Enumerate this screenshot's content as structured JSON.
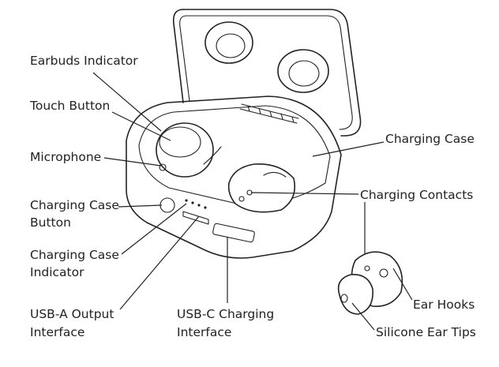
{
  "labels": {
    "earbuds_indicator": "Earbuds Indicator",
    "touch_button": "Touch Button",
    "microphone": "Microphone",
    "charging_case_button_1": "Charging Case",
    "charging_case_button_2": "Button",
    "charging_case_indicator_1": "Charging Case",
    "charging_case_indicator_2": "Indicator",
    "usb_a_1": "USB-A Output",
    "usb_a_2": "Interface",
    "usb_c_1": "USB-C Charging",
    "usb_c_2": "Interface",
    "charging_case": "Charging Case",
    "charging_contacts": "Charging Contacts",
    "ear_hooks": "Ear Hooks",
    "silicone_ear_tips": "Silicone Ear Tips"
  },
  "colors": {
    "line": "#222222",
    "background": "#ffffff"
  }
}
